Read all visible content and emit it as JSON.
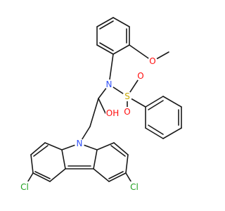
{
  "molecule": {
    "atom_labels": {
      "methoxy_oxygen": "O",
      "nitrogen_sulfonamide": "N",
      "sulfur": "S",
      "sulfonyl_oxygen_top": "O",
      "sulfonyl_oxygen_bottom": "O",
      "hydroxyl": "OH",
      "nitrogen_carbazole": "N",
      "chlorine_left": "Cl",
      "chlorine_right": "Cl"
    },
    "colors": {
      "bond": "#1a1a1a",
      "oxygen": "#ff0d0d",
      "nitrogen": "#3050f8",
      "sulfur": "#c8a800",
      "chlorine": "#1fa01f"
    }
  }
}
